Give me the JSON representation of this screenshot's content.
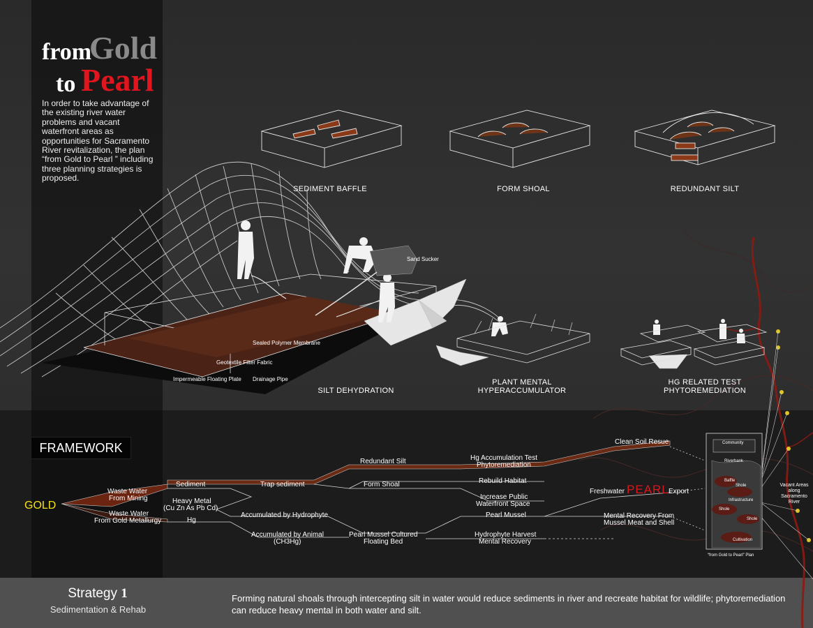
{
  "title": {
    "from": "from",
    "gold": "Gold",
    "to": "to",
    "pearl": "Pearl"
  },
  "intro": "In order to take advantage of the existing river water problems and vacant waterfront areas as opportunities for Sacramento River revitalization, the plan “from Gold to Pearl ” including three planning strategies is proposed.",
  "captions": {
    "sediment_baffle": "SEDIMENT BAFFLE",
    "form_shoal": "FORM  SHOAL",
    "redundant_silt": "REDUNDANT SILT",
    "silt_dehydration": "SILT DEHYDRATION",
    "plant_mental": "PLANT MENTAL",
    "hyperaccumulator": "HYPERACCUMULATOR",
    "hg_related": "HG RELATED TEST",
    "phytoremediation": "PHYTOREMEDIATION"
  },
  "labels": {
    "sand_sucker": "Sand Sucker",
    "membrane": "Sealed Polymer Membrane",
    "geotextile": "Geotextile Filter Fabric",
    "floating_plate": "Impermeable Floating Plate",
    "drainage_pipe": "Drainage Pipe"
  },
  "framework": {
    "heading": "FRAMEWORK",
    "gold": "GOLD",
    "pearl": "PEARL",
    "nodes": {
      "ww_mining_1": "Waste Water",
      "ww_mining_2": "From Mining",
      "ww_metallurgy_1": "Waste Water",
      "ww_metallurgy_2": "From Gold Metallurgy",
      "sediment": "Sediment",
      "heavy_metal_1": "Heavy Metal",
      "heavy_metal_2": "(Cu Zn As Pb Cd)",
      "hg": "Hg",
      "trap_sediment": "Trap sediment",
      "redundant_silt": "Redundant Silt",
      "form_shoal": "Form Shoal",
      "acc_hydrophyte": "Accumulated by Hydrophyte",
      "acc_animal_1": "Accumulated by Animal",
      "acc_animal_2": "(CH3Hg)",
      "pearl_mussel_cultured": "Pearl Mussel Cultured",
      "floating_bed": "Floating Bed",
      "hg_test_1": "Hg Accumulation Test",
      "hg_test_2": "Phytoremediation",
      "rebuild_habitat": "Rebuild Habitat",
      "public_space_1": "Increase Public",
      "public_space_2": "Waterfront Space",
      "pearl_mussel": "Pearl Mussel",
      "hydrophyte_harvest_1": "Hydrophyte Harvest",
      "hydrophyte_harvest_2": "Mental Recovery",
      "clean_soil": "Clean Soil Resue",
      "freshwater": "Freshwater",
      "export": "Export",
      "mental_recovery_1": "Mental Recovery From",
      "mental_recovery_2": "Mussel Meat and Shell"
    }
  },
  "plan": {
    "community": "Community",
    "riverbank": "Riverbank",
    "baffle": "Baffle",
    "shole_1": "Shole",
    "infrastructure": "Infrastructure",
    "shole_2": "Shole",
    "shole_3": "Shole",
    "cultivation": "Cultivation",
    "caption": "“from Gold to Pearl” Plan"
  },
  "map_label": "Vacant Areas along Sacramento River",
  "strategy": {
    "word": "Strategy",
    "number": "1",
    "subtitle": "Sedimentation & Rehab"
  },
  "description": "Forming natural shoals through intercepting silt in water would reduce sediments in river and recreate habitat for wildlife; phytoremediation can reduce heavy mental in both water and silt.",
  "colors": {
    "accent_red": "#e0151d",
    "gold_yellow": "#f5e11a",
    "flow_brown": "#7a2a10",
    "river_red": "#8b1a12"
  }
}
